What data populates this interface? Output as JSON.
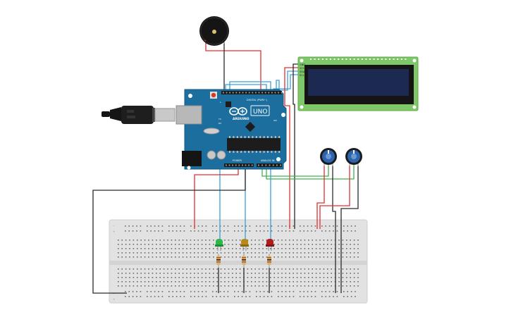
{
  "arduino": {
    "brand": "ARDUINO",
    "model": "UNO",
    "digital_label": "DIGITAL (PWM~)",
    "power_label": "POWER",
    "analog_label": "ANALOG IN",
    "tx_label": "TX",
    "rx_label": "RX",
    "l_label": "L",
    "on_label": "ON"
  },
  "lcd": {
    "pin_labels": [
      "GND",
      "VCC",
      "SDA",
      "SCL"
    ]
  },
  "colors": {
    "board": "#1b6e9e",
    "wire_red": "#e03030",
    "wire_black": "#2a2a2a",
    "wire_blue": "#3aa0d8",
    "wire_green": "#3fb24a",
    "breadboard": "#e2e2e2",
    "lcd_pcb": "#7ec86a",
    "lcd_screen": "#1c2a52",
    "led_green": "#2db84a",
    "led_yellow": "#b88a1a",
    "led_red": "#b01c1c"
  },
  "components": [
    "buzzer",
    "usb-cable",
    "arduino-uno",
    "lcd-16x2-i2c",
    "potentiometer",
    "potentiometer",
    "led-green",
    "led-yellow",
    "led-red",
    "resistor",
    "resistor",
    "resistor",
    "breadboard"
  ]
}
